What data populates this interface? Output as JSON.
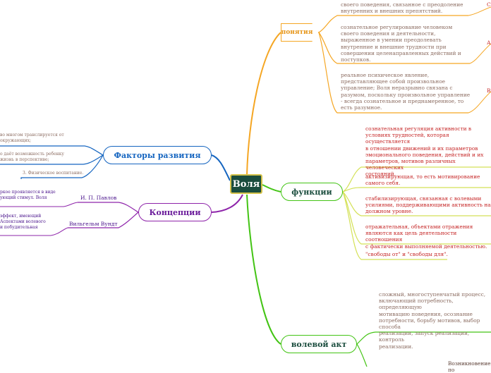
{
  "central": {
    "label": "Воля"
  },
  "colors": {
    "orange": "#f5a623",
    "green": "#43c414",
    "yellow": "#d4e157",
    "blue": "#1565c0",
    "purple": "#8e24aa",
    "center_bg": "#1b4d3e",
    "center_border": "#d4c24a",
    "red_text": "#c62828",
    "brown_text": "#8d6e63",
    "body_text": "#5d4037"
  },
  "branches": {
    "ponyatiya": {
      "label": "понятия",
      "items": [
        "своего поведения, связанное с преодоление\nвнутренних и внешних препятствий.",
        "сознательное регулирование человеком\nсвоего поведения и деятельности,\nвыраженное в умении преодолевать\nвнутренние и внешние трудности при\nсовершении целенаправленных действий и\nпоступков.",
        "реальное психическое явление,\nпредставляющее собой произвольное\nуправление; Воля неразрывно связана с\nразумом, поскольку произвольное управление\n- всегда сознательное и преднамеренное, то\nесть разумное."
      ],
      "side_labels": [
        "С",
        "А",
        "В"
      ]
    },
    "funktsii": {
      "label": "функции",
      "items": [
        "сознательная регуляция активности в\nусловиях трудностей, которая осуществляется\nв отношении движений и их параметров\nэмоционального поведения, действий и их\nпараметров, мотивов различных человеческих\nсостояний.",
        "активизирующая, то есть мотивирование\nсамого себя.",
        "стабилизирующая, связанная с волевыми\nусилиями, поддерживающими активность на\nдолжном уровне.",
        "отражательная, объектами отражения\nявляются как цель деятельности соотношения\nс фактически выполняемой деятельностью.",
        "\"свободы от\" и \"свободы для\"."
      ]
    },
    "volevoy_akt": {
      "label": "волевой акт",
      "items": [
        "сложный, многоступенчатый процесс,\nвключающий потребность, определяющую\nмотивацию поведения, осознание\nпотребности, борьбу мотивов, выбор способа\nреализации, запуск реализации, контроль\nреализации.",
        "Возникновение по"
      ]
    },
    "faktory": {
      "label": "Факторы развития",
      "items": [
        "во многом транслируется от\nокружающих;",
        "о даёт возможность ребенку\nжизнь в перспективе;",
        "3. Физическое воспитание."
      ]
    },
    "kontseptsii": {
      "label": "Концепции",
      "children": [
        {
          "label": "И. П. Павлов",
          "text": "ркое проявляется в виде\nующий стимул. Воля"
        },
        {
          "label": "Вильгельм Вундт",
          "text": "эффект, имеющий\nАспектами волевого\nи побудительная"
        }
      ]
    }
  }
}
